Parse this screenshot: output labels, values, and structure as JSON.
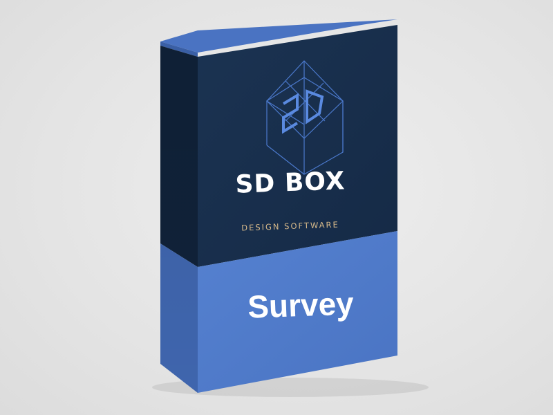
{
  "product": {
    "brand": "SD BOX",
    "tagline": "DESIGN SOFTWARE",
    "edition": "Survey"
  },
  "colors": {
    "navy": "#172d4a",
    "navy_side": "#0f2035",
    "blue": "#4e79c9",
    "blue_side": "#3e62a8",
    "tagline": "#d6b98a",
    "background": "#e6e6e6"
  },
  "icons": [
    "sd-cube-logo-icon"
  ]
}
